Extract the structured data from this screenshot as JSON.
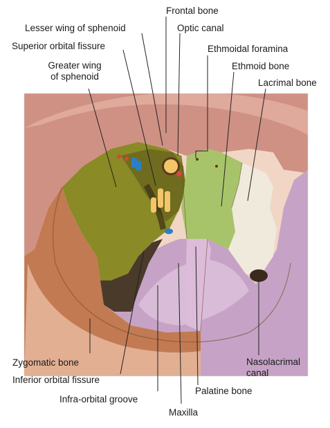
{
  "figure": {
    "labels": {
      "frontal_bone": "Frontal bone",
      "lesser_wing": "Lesser wing of sphenoid",
      "optic_canal": "Optic canal",
      "superior_orbital_fissure": "Superior orbital fissure",
      "ethmoidal_foramina": "Ethmoidal foramina",
      "greater_wing_line1": "Greater wing",
      "greater_wing_line2": "of sphenoid",
      "ethmoid_bone": "Ethmoid bone",
      "lacrimal_bone": "Lacrimal bone",
      "zygomatic_bone": "Zygomatic bone",
      "inferior_orbital_fissure": "Inferior orbital fissure",
      "infraorbital_groove": "Infra-orbital groove",
      "maxilla": "Maxilla",
      "palatine_bone": "Palatine bone",
      "nasolacrimal_line1": "Nasolacrimal",
      "nasolacrimal_line2": "canal"
    },
    "colors": {
      "frontal": "#c98c80",
      "sphenoid_greater": "#8a8a26",
      "sphenoid_lesser": "#6f6c1f",
      "ethmoid": "#a8c46a",
      "lacrimal": "#efeadb",
      "maxilla": "#c6a3c6",
      "palatine": "#d9b9d6",
      "zygomatic": "#c27a52",
      "skin": "#f1d6c6",
      "fissure": "#4a3a2a",
      "vessel_blue": "#2b7fc9",
      "vessel_red": "#d9463a",
      "nerve_yellow": "#f3c66a",
      "leader_line": "#222222"
    }
  }
}
